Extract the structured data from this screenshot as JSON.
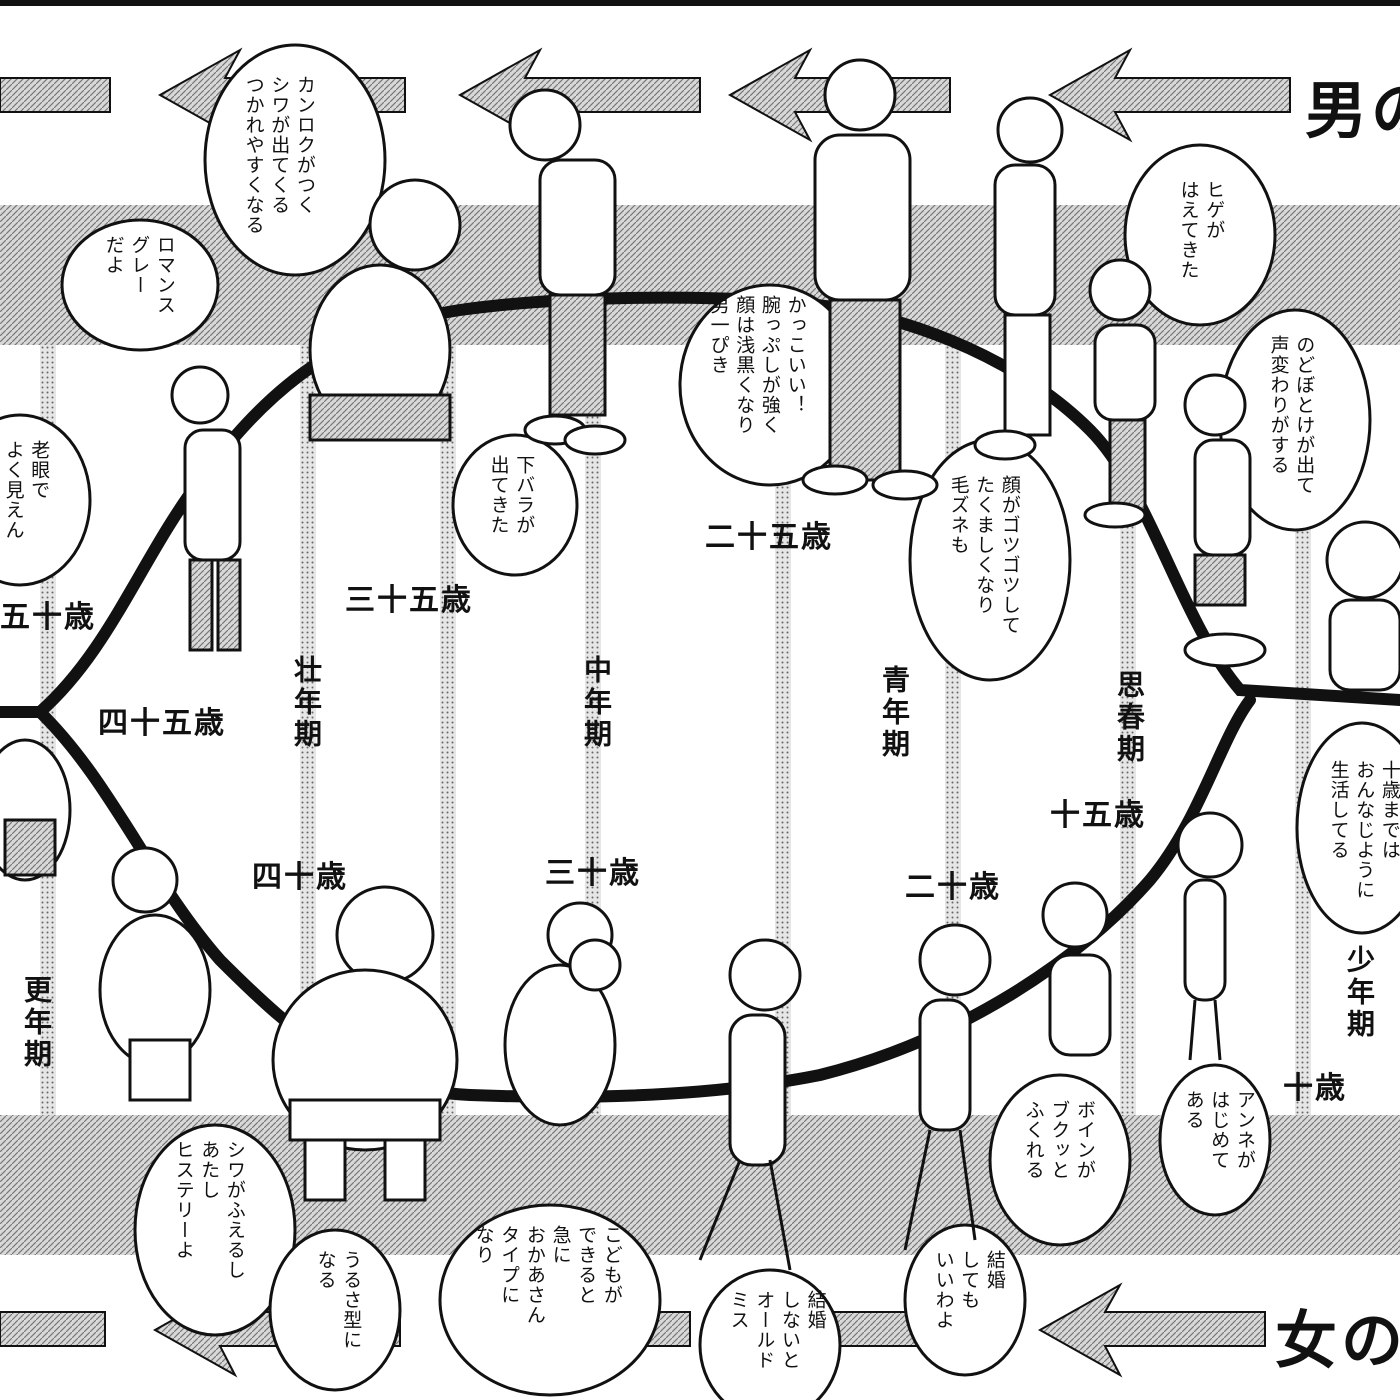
{
  "titles": {
    "male": "男の",
    "female": "女の"
  },
  "male_ages": [
    "五十歳",
    "四十五歳",
    "三十五歳",
    "二十五歳",
    "十五歳"
  ],
  "female_ages": [
    "四十歳",
    "三十歳",
    "二十歳",
    "十歳"
  ],
  "periods": [
    "更年期",
    "壮年期",
    "中年期",
    "青年期",
    "思春期",
    "少年期"
  ],
  "male_bubbles": [
    "カンロクがつく\nシワが出てくる\nつかれやすくなる",
    "ロマンス\nグレー\nだよ",
    "老眼で\nよく見えん",
    "下バラが\n出てきた",
    "かっこいい！\n腕っぷしが強く\n顔は浅黒くなり\n男一ぴき",
    "顔がゴツゴツして\nたくましくなり\n毛ズネも",
    "ヒゲが\nはえてきた",
    "のどぼとけが出て\n声変わりがする",
    "十歳までは\nおんなじように\n生活してる"
  ],
  "female_bubbles": [
    "シワがふえるし\nあたし\nヒステリーよ",
    "うるさ型に\nなる",
    "こどもが\nできると\n急に\nおかあさん\nタイプに\nなり",
    "結婚\nしないと\nオールド\nミス",
    "結婚\nしても\nいいわよ",
    "ボインが\nブクッと\nふくれる",
    "アンネが\nはじめて\nある"
  ],
  "icons": {
    "arrow": "left-arrow-icon",
    "male_figure": "man-figure-icon",
    "female_figure": "woman-figure-icon"
  },
  "colors": {
    "ink": "#111111",
    "paper": "#ffffff",
    "band": "#bdbdbd",
    "arrow_fill": "#c4c4c4"
  }
}
